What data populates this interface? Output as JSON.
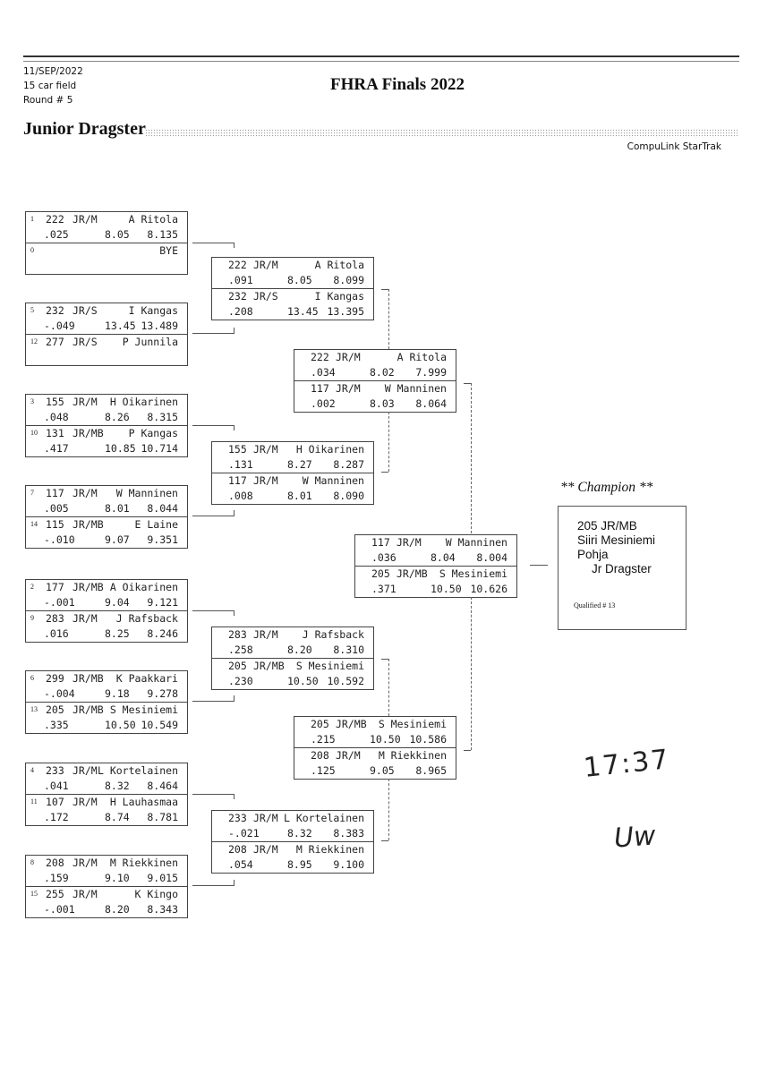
{
  "header": {
    "date": "11/SEP/2022",
    "field": "15 car field",
    "round": "Round # 5",
    "event_title": "FHRA Finals 2022",
    "class_title": "Junior Dragster",
    "vendor": "CompuLink StarTrak"
  },
  "rounds": [
    {
      "name": "round-1",
      "matches": [
        {
          "lanes": [
            {
              "seed": "1",
              "car": "222",
              "cls": "JR/M",
              "name": "A Ritola",
              "rt": ".025",
              "dial": "8.05",
              "et": "8.135"
            },
            {
              "seed": "0",
              "car": "",
              "cls": "",
              "name": "BYE",
              "rt": "",
              "dial": "",
              "et": ""
            }
          ]
        },
        {
          "lanes": [
            {
              "seed": "5",
              "car": "232",
              "cls": "JR/S",
              "name": "I Kangas",
              "rt": "-.049",
              "dial": "13.45",
              "et": "13.489"
            },
            {
              "seed": "12",
              "car": "277",
              "cls": "JR/S",
              "name": "P Junnila",
              "rt": "",
              "dial": "",
              "et": ""
            }
          ]
        },
        {
          "lanes": [
            {
              "seed": "3",
              "car": "155",
              "cls": "JR/M",
              "name": "H Oikarinen",
              "rt": ".048",
              "dial": "8.26",
              "et": "8.315"
            },
            {
              "seed": "10",
              "car": "131",
              "cls": "JR/MB",
              "name": "P Kangas",
              "rt": ".417",
              "dial": "10.85",
              "et": "10.714"
            }
          ]
        },
        {
          "lanes": [
            {
              "seed": "7",
              "car": "117",
              "cls": "JR/M",
              "name": "W Manninen",
              "rt": ".005",
              "dial": "8.01",
              "et": "8.044"
            },
            {
              "seed": "14",
              "car": "115",
              "cls": "JR/MB",
              "name": "E Laine",
              "rt": "-.010",
              "dial": "9.07",
              "et": "9.351"
            }
          ]
        },
        {
          "lanes": [
            {
              "seed": "2",
              "car": "177",
              "cls": "JR/MB",
              "name": "A Oikarinen",
              "rt": "-.001",
              "dial": "9.04",
              "et": "9.121"
            },
            {
              "seed": "9",
              "car": "283",
              "cls": "JR/M",
              "name": "J Rafsback",
              "rt": ".016",
              "dial": "8.25",
              "et": "8.246"
            }
          ]
        },
        {
          "lanes": [
            {
              "seed": "6",
              "car": "299",
              "cls": "JR/MB",
              "name": "K Paakkari",
              "rt": "-.004",
              "dial": "9.18",
              "et": "9.278"
            },
            {
              "seed": "13",
              "car": "205",
              "cls": "JR/MB",
              "name": "S Mesiniemi",
              "rt": ".335",
              "dial": "10.50",
              "et": "10.549"
            }
          ]
        },
        {
          "lanes": [
            {
              "seed": "4",
              "car": "233",
              "cls": "JR/M",
              "name": "L Kortelainen",
              "rt": ".041",
              "dial": "8.32",
              "et": "8.464"
            },
            {
              "seed": "11",
              "car": "107",
              "cls": "JR/M",
              "name": "H Lauhasmaa",
              "rt": ".172",
              "dial": "8.74",
              "et": "8.781"
            }
          ]
        },
        {
          "lanes": [
            {
              "seed": "8",
              "car": "208",
              "cls": "JR/M",
              "name": "M Riekkinen",
              "rt": ".159",
              "dial": "9.10",
              "et": "9.015"
            },
            {
              "seed": "15",
              "car": "255",
              "cls": "JR/M",
              "name": "K Kingo",
              "rt": "-.001",
              "dial": "8.20",
              "et": "8.343"
            }
          ]
        }
      ]
    },
    {
      "name": "round-2",
      "matches": [
        {
          "lanes": [
            {
              "car": "222",
              "cls": "JR/M",
              "name": "A Ritola",
              "rt": ".091",
              "dial": "8.05",
              "et": "8.099"
            },
            {
              "car": "232",
              "cls": "JR/S",
              "name": "I Kangas",
              "rt": ".208",
              "dial": "13.45",
              "et": "13.395"
            }
          ]
        },
        {
          "lanes": [
            {
              "car": "155",
              "cls": "JR/M",
              "name": "H Oikarinen",
              "rt": ".131",
              "dial": "8.27",
              "et": "8.287"
            },
            {
              "car": "117",
              "cls": "JR/M",
              "name": "W Manninen",
              "rt": ".008",
              "dial": "8.01",
              "et": "8.090"
            }
          ]
        },
        {
          "lanes": [
            {
              "car": "283",
              "cls": "JR/M",
              "name": "J Rafsback",
              "rt": ".258",
              "dial": "8.20",
              "et": "8.310"
            },
            {
              "car": "205",
              "cls": "JR/MB",
              "name": "S Mesiniemi",
              "rt": ".230",
              "dial": "10.50",
              "et": "10.592"
            }
          ]
        },
        {
          "lanes": [
            {
              "car": "233",
              "cls": "JR/M",
              "name": "L Kortelainen",
              "rt": "-.021",
              "dial": "8.32",
              "et": "8.383"
            },
            {
              "car": "208",
              "cls": "JR/M",
              "name": "M Riekkinen",
              "rt": ".054",
              "dial": "8.95",
              "et": "9.100"
            }
          ]
        }
      ]
    },
    {
      "name": "round-3",
      "matches": [
        {
          "lanes": [
            {
              "car": "222",
              "cls": "JR/M",
              "name": "A Ritola",
              "rt": ".034",
              "dial": "8.02",
              "et": "7.999"
            },
            {
              "car": "117",
              "cls": "JR/M",
              "name": "W Manninen",
              "rt": ".002",
              "dial": "8.03",
              "et": "8.064"
            }
          ]
        },
        {
          "lanes": [
            {
              "car": "205",
              "cls": "JR/MB",
              "name": "S Mesiniemi",
              "rt": ".215",
              "dial": "10.50",
              "et": "10.586"
            },
            {
              "car": "208",
              "cls": "JR/M",
              "name": "M Riekkinen",
              "rt": ".125",
              "dial": "9.05",
              "et": "8.965"
            }
          ]
        }
      ]
    },
    {
      "name": "final",
      "matches": [
        {
          "lanes": [
            {
              "car": "117",
              "cls": "JR/M",
              "name": "W Manninen",
              "rt": ".036",
              "dial": "8.04",
              "et": "8.004"
            },
            {
              "car": "205",
              "cls": "JR/MB",
              "name": "S Mesiniemi",
              "rt": ".371",
              "dial": "10.50",
              "et": "10.626"
            }
          ]
        }
      ]
    }
  ],
  "champion": {
    "title": "** Champion **",
    "car_class": "205  JR/MB",
    "driver": "Siiri Mesiniemi",
    "hometown": "Pohja",
    "vehicle": "Jr Dragster",
    "qualified": "Qualified # 13"
  },
  "handwriting": {
    "time": "17:37",
    "signature": "Uw"
  }
}
